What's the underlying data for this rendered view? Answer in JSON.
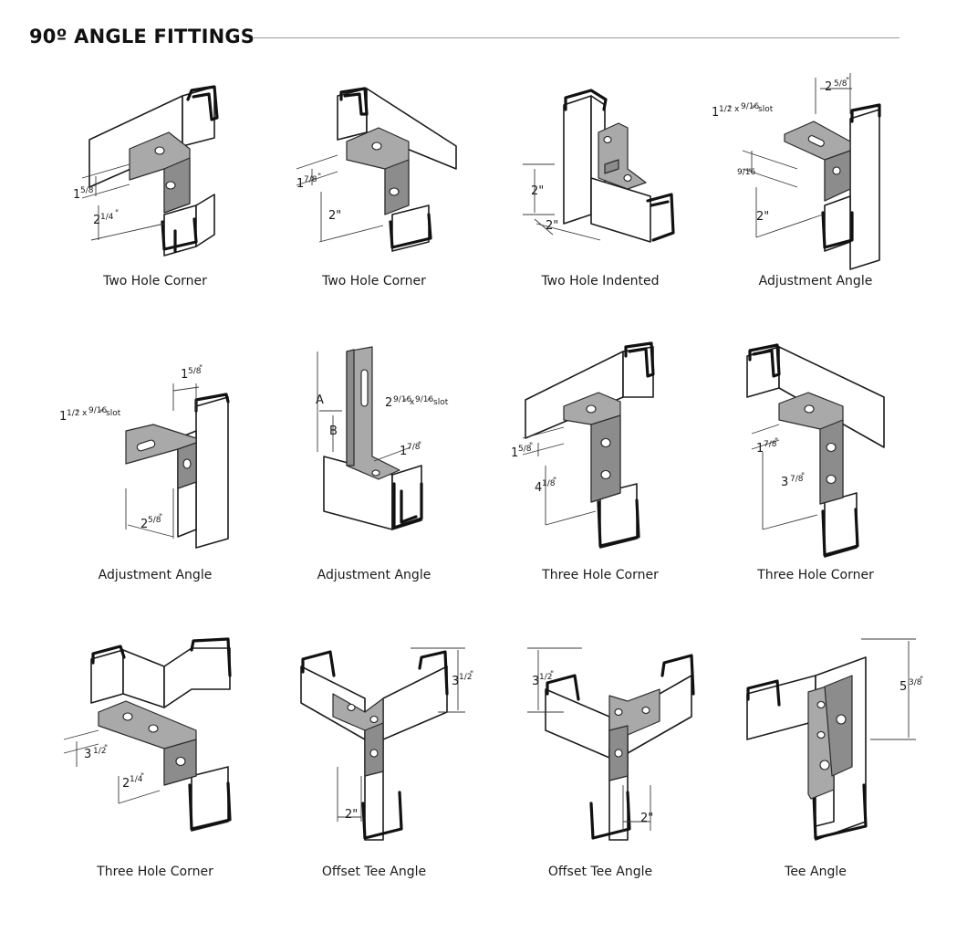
{
  "header": {
    "title": "90º ANGLE FITTINGS"
  },
  "fittings": [
    {
      "name": "Two Hole Corner",
      "dims": [
        "1",
        "5/8",
        "\"",
        "2",
        "1/4",
        "\""
      ]
    },
    {
      "name": "Two Hole Corner",
      "dims": [
        "1",
        "7/8",
        "\"",
        "2\""
      ]
    },
    {
      "name": "Two Hole Indented",
      "dims": [
        "2\"",
        "2\""
      ]
    },
    {
      "name": "Adjustment Angle",
      "dims": [
        "2",
        "5/8",
        "\"",
        "1",
        "1/2",
        "\" x ",
        "9/16",
        "\" slot",
        "9/16",
        "\"",
        "2\""
      ]
    },
    {
      "name": "Adjustment Angle",
      "dims": [
        "1",
        "5/8",
        "\"",
        "1",
        "1/2",
        "\" x ",
        "9/16",
        "\" slot",
        "2",
        "5/8",
        "\""
      ]
    },
    {
      "name": "Adjustment Angle",
      "dims": [
        "A",
        "B",
        "2",
        "9/16",
        "\" x ",
        "9/16",
        "\" slot",
        "1",
        "7/8",
        "\""
      ]
    },
    {
      "name": "Three Hole Corner",
      "dims": [
        "1",
        "5/8",
        "\"",
        "4",
        "1/8",
        "\""
      ]
    },
    {
      "name": "Three Hole Corner",
      "dims": [
        "1",
        "7/8",
        "\"",
        "3",
        "7/8",
        "\""
      ]
    },
    {
      "name": "Three Hole Corner",
      "dims": [
        "3",
        "1/2",
        "\"",
        "2",
        "1/4",
        "\""
      ]
    },
    {
      "name": "Offset Tee Angle",
      "dims": [
        "3",
        "1/2",
        "\"",
        "2\""
      ]
    },
    {
      "name": "Offset Tee Angle",
      "dims": [
        "3",
        "1/2",
        "\"",
        "2\""
      ]
    },
    {
      "name": "Tee Angle",
      "dims": [
        "5",
        "3/8",
        "\""
      ]
    }
  ]
}
